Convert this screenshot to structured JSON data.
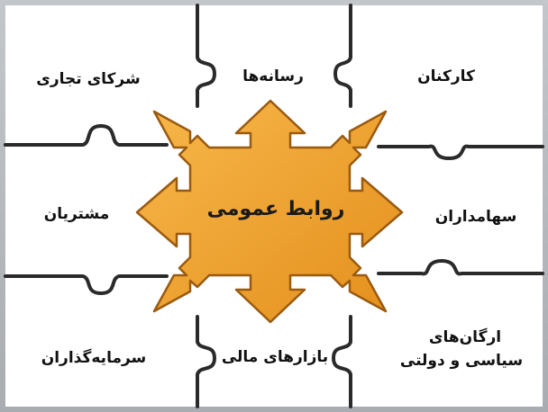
{
  "center": {
    "label": "روابط عمومی"
  },
  "stakeholders": {
    "partners": "شرکای تجاری",
    "media": "رسانه‌ها",
    "employees": "کارکنان",
    "customers": "مشتریان",
    "shareholders": "سهامداران",
    "investors": "سرمایه‌گذاران",
    "markets": "بازارهای مالی",
    "gov_line1": "ارگان‌های",
    "gov_line2": "سیاسی و دولتی"
  },
  "colors": {
    "background": "#b6b9be",
    "puzzle_fill": "#ffffff",
    "puzzle_edge": "#2a2a2a",
    "arrow_fill": "#f2a531",
    "arrow_edge": "#9a5a10"
  }
}
